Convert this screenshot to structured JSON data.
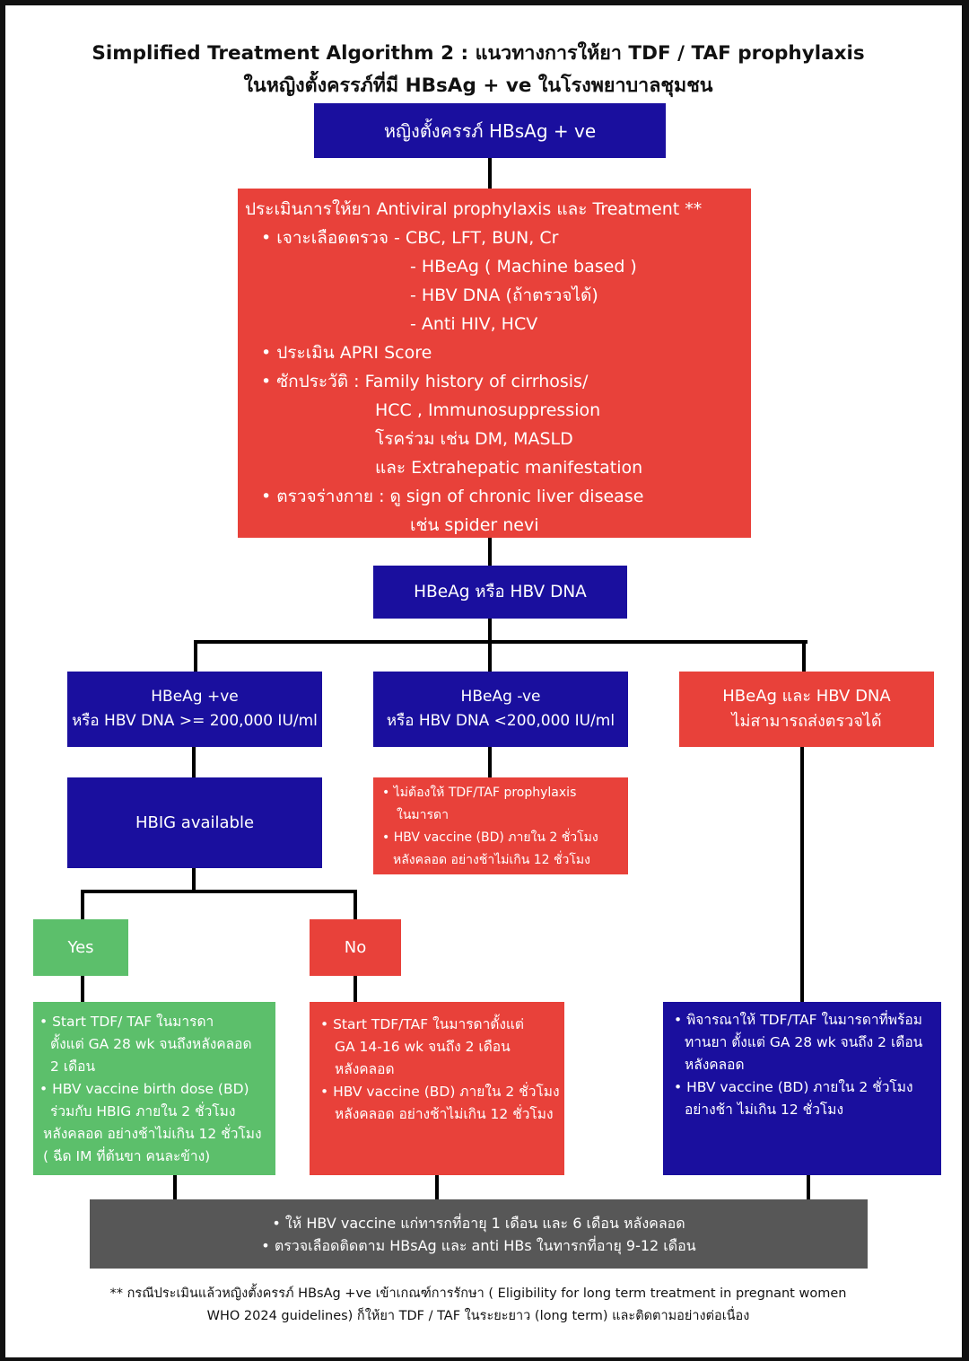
{
  "title": {
    "line1": "Simplified Treatment Algorithm 2 : แนวทางการให้ยา TDF / TAF prophylaxis",
    "line2": "ในหญิงตั้งครรภ์ที่มี HBsAg + ve ในโรงพยาบาลชุมชน"
  },
  "top_box": "หญิงตั้งครรภ์ HBsAg + ve",
  "assessment": {
    "heading": "ประเมินการให้ยา  Antiviral prophylaxis และ Treatment **",
    "lines": [
      "•  เจาะเลือดตรวจ - CBC, LFT, BUN, Cr",
      "- HBeAg ( Machine based )",
      "- HBV DNA (ถ้าตรวจได้)",
      "-  Anti HIV, HCV",
      "•  ประเมิน APRI Score",
      "•  ซักประวัติ : Family history of cirrhosis/",
      "HCC , Immunosuppression",
      "โรคร่วม เช่น DM, MASLD",
      "และ Extrahepatic manifestation",
      "•  ตรวจร่างกาย : ดู sign of chronic liver disease",
      "เช่น spider nevi"
    ]
  },
  "decision_box": "HBeAg หรือ HBV DNA",
  "branch_left": {
    "line1": "HBeAg +ve",
    "line2": "หรือ  HBV DNA >= 200,000 IU/ml"
  },
  "branch_mid": {
    "line1": "HBeAg -ve",
    "line2": "หรือ  HBV DNA <200,000 IU/ml"
  },
  "branch_right": {
    "line1": "HBeAg และ HBV DNA",
    "line2": "ไม่สามารถส่งตรวจได้"
  },
  "hbig_box": "HBIG available",
  "mid_action": {
    "lines": [
      "• ไม่ต้องให้ TDF/TAF prophylaxis",
      "ในมารดา",
      "• HBV vaccine (BD) ภายใน 2 ชั่วโมง",
      "หลังคลอด อย่างช้าไม่เกิน 12 ชั่วโมง"
    ]
  },
  "yes_label": "Yes",
  "no_label": "No",
  "yes_action": {
    "lines": [
      "• Start TDF/ TAF ในมารดา",
      "ตั้งแต่ GA 28 wk จนถึงหลังคลอด",
      "2 เดือน",
      "• HBV vaccine birth dose (BD)",
      "ร่วมกับ HBIG ภายใน 2 ชั่วโมง",
      "หลังคลอด อย่างช้าไม่เกิน 12 ชั่วโมง",
      "( ฉีด IM ที่ต้นขา คนละข้าง)"
    ]
  },
  "no_action": {
    "lines": [
      "• Start TDF/TAF ในมารดาตั้งแต่",
      "GA 14-16 wk จนถึง 2 เดือน",
      "หลังคลอด",
      "• HBV vaccine (BD) ภายใน 2 ชั่วโมง",
      "หลังคลอด อย่างช้าไม่เกิน 12 ชั่วโมง"
    ]
  },
  "right_action": {
    "lines": [
      "• พิจารณาให้ TDF/TAF ในมารดาที่พร้อม",
      "ทานยา ตั้งแต่ GA 28 wk จนถึง 2 เดือน",
      "หลังคลอด",
      "• HBV vaccine (BD) ภายใน 2 ชั่วโมง",
      "อย่างช้า ไม่เกิน 12 ชั่วโมง"
    ]
  },
  "final_box": {
    "lines": [
      "• ให้ HBV vaccine แก่ทารกที่อายุ 1  เดือน และ 6 เดือน หลังคลอด",
      "• ตรวจเลือดติดตาม HBsAg และ anti HBs ในทารกที่อายุ 9-12 เดือน"
    ]
  },
  "footnote": {
    "line1": "** กรณีประเมินแล้วหญิงตั้งครรภ์ HBsAg +ve เข้าเกณฑ์การรักษา ( Eligibility for long term treatment in pregnant women",
    "line2": "WHO 2024 guidelines) ก็ให้ยา TDF / TAF ในระยะยาว (long term) และติดตามอย่างต่อเนื่อง"
  },
  "colors": {
    "navy": "#1a0f9e",
    "red": "#e8413a",
    "green": "#5cbf6b",
    "gray": "#575757"
  }
}
